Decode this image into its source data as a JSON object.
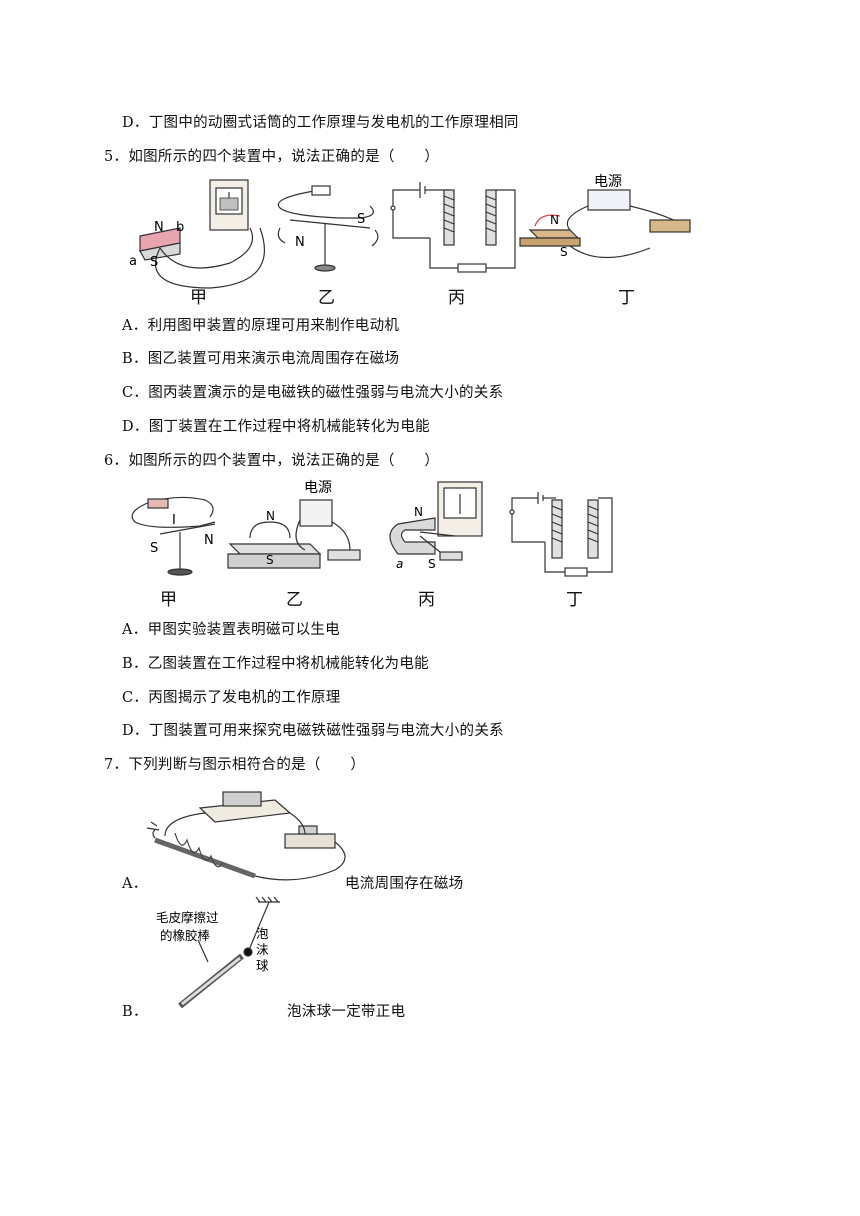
{
  "q4": {
    "option_d": "D．丁图中的动圈式话筒的工作原理与发电机的工作原理相同"
  },
  "q5": {
    "stem": "5．如图所示的四个装置中，说法正确的是（　　）",
    "captions": [
      "甲",
      "乙",
      "丙",
      "丁"
    ],
    "labels": {
      "n": "N",
      "s": "S",
      "a": "a",
      "b": "b",
      "power": "电源"
    },
    "options": [
      "A．利用图甲装置的原理可用来制作电动机",
      "B．图乙装置可用来演示电流周围存在磁场",
      "C．图丙装置演示的是电磁铁的磁性强弱与电流大小的关系",
      "D．图丁装置在工作过程中将机械能转化为电能"
    ]
  },
  "q6": {
    "stem": "6．如图所示的四个装置中，说法正确的是（　　）",
    "captions": [
      "甲",
      "乙",
      "丙",
      "丁"
    ],
    "labels": {
      "n": "N",
      "s": "S",
      "i": "I",
      "a": "a",
      "power": "电源"
    },
    "options": [
      "A．甲图实验装置表明磁可以生电",
      "B．乙图装置在工作过程中将机械能转化为电能",
      "C．丙图揭示了发电机的工作原理",
      "D．丁图装置可用来探究电磁铁磁性强弱与电流大小的关系"
    ]
  },
  "q7": {
    "stem": "7．下列判断与图示相符合的是（　　）",
    "option_a_letter": "A．",
    "option_a_text": "电流周围存在磁场",
    "option_b_letter": "B．",
    "option_b_text": "泡沫球一定带正电",
    "fig_b_label_rod": [
      "毛皮摩擦过",
      "的橡胶棒"
    ],
    "fig_b_label_ball": [
      "泡",
      "沫",
      "球"
    ]
  }
}
